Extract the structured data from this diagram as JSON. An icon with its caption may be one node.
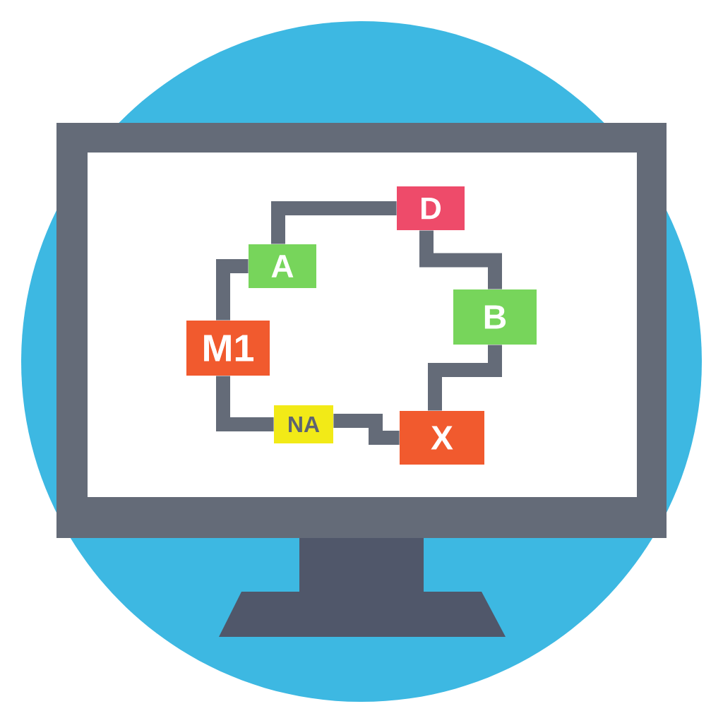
{
  "diagram": {
    "nodes": [
      {
        "text": [
          "D"
        ]
      },
      {
        "text": [
          "A"
        ]
      },
      {
        "text": [
          "B"
        ]
      },
      {
        "text": [
          "M1"
        ]
      },
      {
        "text": [
          "NA"
        ]
      },
      {
        "text": [
          "X"
        ]
      }
    ],
    "edges": [
      {
        "from": 1,
        "to": 0,
        "arrow": "none"
      },
      {
        "from": 0,
        "to": 2,
        "arrow": "none"
      },
      {
        "from": 2,
        "to": 5,
        "arrow": "none"
      },
      {
        "from": 4,
        "to": 5,
        "arrow": "none"
      },
      {
        "from": 3,
        "to": 4,
        "arrow": "none"
      },
      {
        "from": 3,
        "to": 1,
        "arrow": "none"
      }
    ]
  }
}
